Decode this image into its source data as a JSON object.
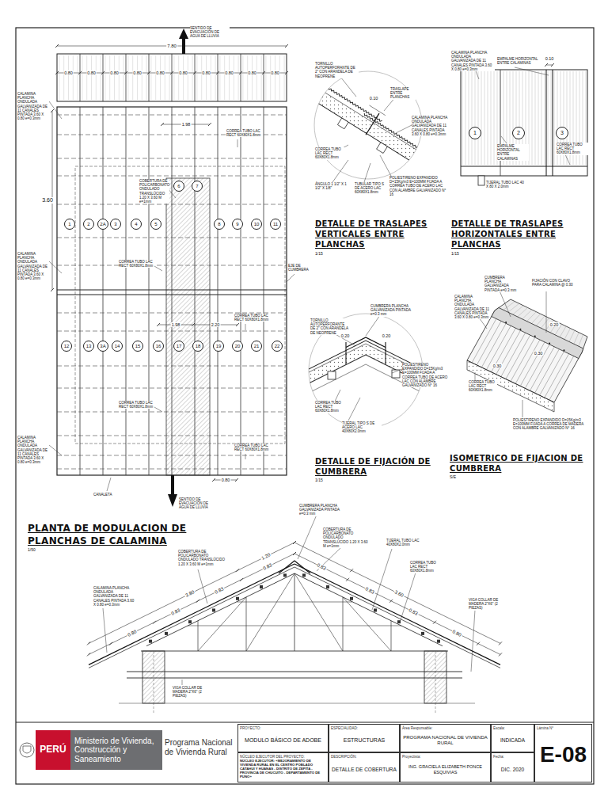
{
  "diagram": {
    "nodes": [
      {
        "text": [
          "1"
        ]
      },
      {
        "text": [
          "2"
        ]
      },
      {
        "text": [
          "2A"
        ]
      },
      {
        "text": [
          "3"
        ]
      },
      {
        "text": [
          "4"
        ]
      },
      {
        "text": [
          "5"
        ]
      },
      {
        "text": [
          "6"
        ]
      },
      {
        "text": [
          "7"
        ]
      },
      {
        "text": [
          "8"
        ]
      },
      {
        "text": [
          "9"
        ]
      },
      {
        "text": [
          "10"
        ]
      },
      {
        "text": [
          "11"
        ]
      },
      {
        "text": [
          "12"
        ]
      },
      {
        "text": [
          "13"
        ]
      },
      {
        "text": [
          "3A"
        ]
      },
      {
        "text": [
          "14"
        ]
      },
      {
        "text": [
          "15"
        ]
      },
      {
        "text": [
          "16"
        ]
      },
      {
        "text": [
          "17"
        ]
      },
      {
        "text": [
          "18"
        ]
      },
      {
        "text": [
          "19"
        ]
      },
      {
        "text": [
          "20"
        ]
      },
      {
        "text": [
          "21"
        ]
      },
      {
        "text": [
          "22"
        ]
      },
      {
        "text": [
          "1"
        ]
      },
      {
        "text": [
          "2"
        ]
      },
      {
        "text": [
          "3"
        ]
      },
      {
        "text": [
          "PERÚ"
        ]
      },
      {
        "text": [
          "Ministerio de Vivienda, Construcción y Saneamiento"
        ]
      },
      {
        "text": [
          "PROYECTO:",
          "MODULO BÁSICO DE ADOBE"
        ]
      },
      {
        "text": [
          "ESPECIALIDAD:",
          "ESTRUCTURAS"
        ]
      },
      {
        "text": [
          "Área Responsable:",
          "PROGRAMA NACIONAL DE VIVIENDA RURAL"
        ]
      },
      {
        "text": [
          "Escala:",
          "INDICADA"
        ]
      },
      {
        "text": [
          "Lámina N°",
          "E-08"
        ]
      },
      {
        "text": [
          "NÚCLEO EJECUTOR DEL PROYECTO:",
          "NÚCLEO EJECUTOR: «MEJORAMIENTO DE VIVIENDA RURAL EN EL CENTRO POBLADO CATAHUI Y HUANAS - DISTRITO DE ZEPITA - PROVINCIA DE CHUCUITO - DEPARTAMENTO DE PUNO»"
        ]
      },
      {
        "text": [
          "DESCRIPCIÓN:",
          "DETALLE DE COBERTURA"
        ]
      },
      {
        "text": [
          "Proyectista:",
          "ING. GRACIELA ELIZABETH PONCE ESQUIVIAS"
        ]
      },
      {
        "text": [
          "Fecha:",
          "DIC. 2020"
        ]
      }
    ],
    "labels": [
      "SENTIDO DE EVACUACIÓN DE AGUA DE LLUVIA",
      "7.80",
      "0.80",
      "0.80",
      "0.80",
      "0.80",
      "0.80",
      "0.80",
      "0.80",
      "0.80",
      "0.80",
      "0.80",
      "3.60",
      "1.98",
      "1.98",
      "2.20",
      "0.80",
      "SENTIDO DE EVACUACIÓN DE AGUA DE LLUVIA",
      "CANALETA",
      "CALAMINA PLANCHA ONDULADA GALVANIZADA DE 11 CANALES PINTADA 3.60 X 0.80 e=0.3mm",
      "CALAMINA PLANCHA ONDULADA GALVANIZADA DE 11 CANALES PINTADA 3.60 X 0.80 e=0.3mm",
      "CALAMINA PLANCHA ONDULADA GALVANIZADA DE 11 CANALES PINTADA 3.60 X 0.80 e=0.3mm",
      "CORREA TUBO LAC RECT 60X80X1.8mm",
      "COBERTURA DE POLICARBONATO ONDULADO TRANSLÚCIDO 1.20 X 3.60 M e=1mm",
      "CORREA TUBO LAC RECT 60X80X1.8mm",
      "EJE DE CUMBRERA",
      "CORREA TUBO LAC RECT 60X80X1.8mm",
      "CORREA TUBO LAC RECT 60X80X1.8mm",
      "CORREA TUBO LAC RECT 60X80X1.8mm",
      "PLANTA DE MODULACION DE PLANCHAS DE CALAMINA",
      "1/50",
      "TORNILLO AUTOPERFORANTE DE 2\" CON ARANDELA DE NEOPRENE",
      "0.10",
      "TRASLAPE ENTRE PLANCHAS",
      "CALAMINA PLANCHA ONDULADA GALVANIZADA DE 11 CANALES PINTADA 3.60 X 0.80 e=0.3mm",
      "CORREA TUBO LAC RECT 60X80X1.8mm",
      "ÁNGULO 1 1/2\" X 1 1/2\" X 1/8\"",
      "TUBULAR TIPO S DE ACERO LAC 60X80X1.8mm",
      "POLIESTIRENO EXPANDIDO D=15Kg/m3 E=100MM FIJADA A CORREA TUBO DE ACERO LAC CON ALAMBRE GALVANIZADO N° 16",
      "DETALLE DE TRASLAPES VERTICALES ENTRE PLANCHAS",
      "1/15",
      "CALAMINA PLANCHA ONDULADA GALVANIZADA DE 11 CANALES PINTADA 3.60 X 0.80 e=0.3mm",
      "EMPALME HORIZONTAL ENTRE CALAMINAS",
      "0.10",
      "EMPALME HORIZONTAL ENTRE CALAMINAS",
      "CORREA TUBO LAC RECT 60X80X1.8mm",
      "TIJERAL TUBO LAC 40 X 80 X 2.0mm",
      "DETALLE DE TRASLAPES HORIZONTALES ENTRE PLANCHAS",
      "1/15",
      "CUMBRERA PLANCHA GALVANIZADA PINTADA e=0.3 mm",
      "TORNILLO AUTOPERFORANTE DE 2\" CON ARANDELA DE NEOPRENE",
      "0.20",
      "0.20",
      "POLIESTIRENO EXPANDIDO D=15Kg/m3 E=100MM FIJADA A CORREA TUBO DE ACERO LAC CON ALAMBRE GALVANIZADO N° 16",
      "CORREA TUBO LAC RECT 60X80X1.8mm",
      "TIJERAL TIPO S DE ACERO LAC 40X80X2.0mm",
      "DETALLE DE FIJACIÓN DE CUMBRERA",
      "1/15",
      "CUMBRERA PLANCHA GALVANIZADA PINTADA e=0.3 mm",
      "FIJACIÓN CON CLAVO PARA CALAMINA @ 0.30",
      "CALAMINA PLANCHA ONDULADA GALVANIZADA DE 11 CANALES PINTADA 3.60 X 0.80 e=0.3mm",
      "0.20",
      "0.30",
      "0.30",
      "CORREA TUBO LAC RECT 60X80X1.8mm",
      "POLIESTIRENO EXPANDIDO D=15Kg/m3 E=100MM FIJADA A CORREA DE MADERA CON ALAMBRE GALVANIZADO N° 16",
      "ISOMETRICO DE FIJACION DE CUMBRERA",
      "S/E",
      "CUMBRERA PLANCHA GALVANIZADA PINTADA e=0.3 mm",
      "COBERTURA DE POLICARBONATO ONDULADO TRANSLÚCIDO 1.20 X 3.60 M e=1mm",
      "TIJERAL TUBO LAC 40X80X2.0mm",
      "CORREA TUBO LAC RECT 60X80X1.8mm",
      "COBERTURA DE POLICARBONATO ONDULADO TRANSLÚCIDO 1.20 X 3.60 M e=1mm",
      "VIGA COLLAR DE MADERA 2\"X6\" (2 PIEZAS)",
      "CALAMINA PLANCHA ONDULADA GALVANIZADA DE 11 CANALES PINTADA 3.60 X 0.80 e=0.3mm",
      "VIGA COLLAR DE MADERA 2\"X6\" (2 PIEZAS)",
      "1.20",
      "3.80",
      "0.83",
      "0.83",
      "0.83",
      "0.80",
      "3.60",
      "0.83",
      "0.83",
      "0.83",
      "0.80",
      "Programa Nacional de Vivienda Rural"
    ]
  }
}
